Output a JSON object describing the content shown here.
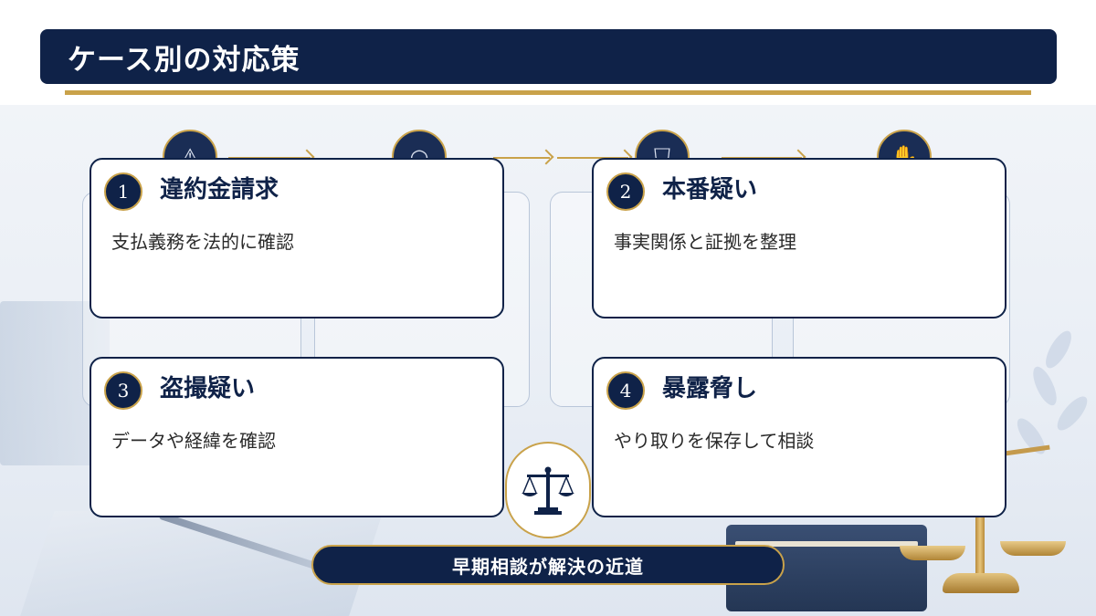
{
  "header": {
    "title": "ケース別の対応策"
  },
  "steps": [
    {
      "icon": "warning-icon"
    },
    {
      "icon": "search-icon"
    },
    {
      "icon": "shield-icon"
    },
    {
      "icon": "handshake-icon"
    }
  ],
  "cards": [
    {
      "number": "1",
      "title": "違約金請求",
      "description": "支払義務を法的に確認"
    },
    {
      "number": "2",
      "title": "本番疑い",
      "description": "事実関係と証拠を整理"
    },
    {
      "number": "3",
      "title": "盗撮疑い",
      "description": "データや経緯を確認"
    },
    {
      "number": "4",
      "title": "暴露脅し",
      "description": "やり取りを保存して相談"
    }
  ],
  "emblem": {
    "icon": "scales-of-justice-icon"
  },
  "footer": {
    "message": "早期相談が解決の近道"
  },
  "colors": {
    "navy": "#0f2248",
    "gold": "#c9a24a",
    "white": "#ffffff"
  }
}
